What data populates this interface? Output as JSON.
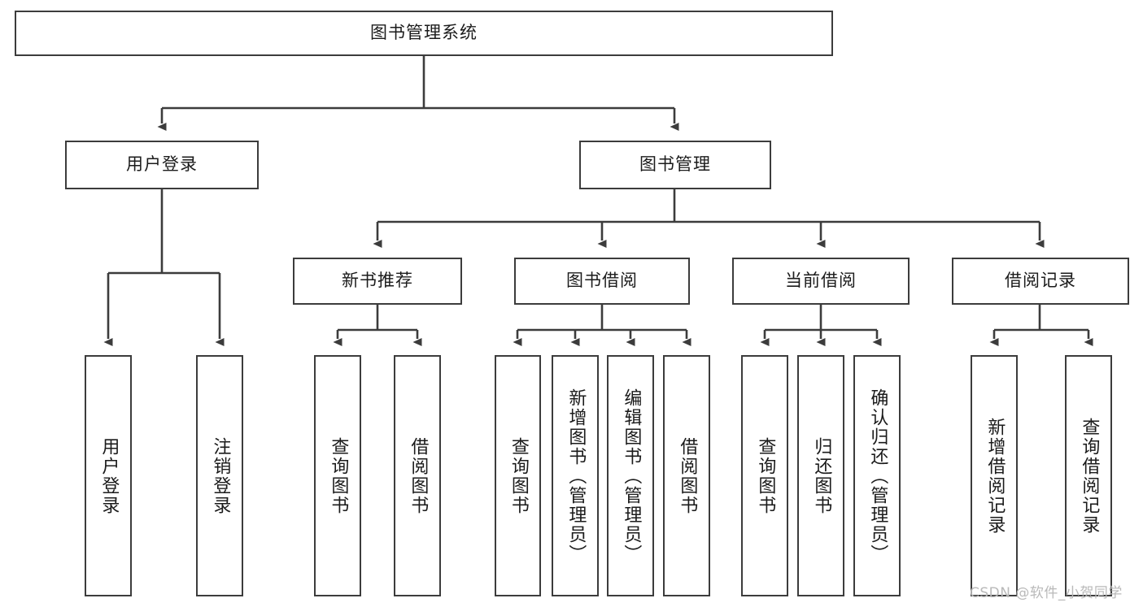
{
  "diagram": {
    "title": "图书管理系统",
    "type": "tree-hierarchy-diagram",
    "orientation": "top-down",
    "colors": {
      "background": "#ffffff",
      "node_border": "#3c3c3c",
      "node_fill": "#ffffff",
      "edge": "#3c3c3c",
      "text": "#1b1b1b",
      "watermark": "#b9b9b9"
    },
    "nodes": {
      "root": {
        "label": "图书管理系统",
        "level": 1,
        "orientation": "horizontal"
      },
      "l2_1": {
        "label": "用户登录",
        "level": 2,
        "orientation": "horizontal"
      },
      "l2_2": {
        "label": "图书管理",
        "level": 2,
        "orientation": "horizontal"
      },
      "l3_1": {
        "label": "新书推荐",
        "level": 3,
        "orientation": "horizontal"
      },
      "l3_2": {
        "label": "图书借阅",
        "level": 3,
        "orientation": "horizontal"
      },
      "l3_3": {
        "label": "当前借阅",
        "level": 3,
        "orientation": "horizontal"
      },
      "l3_4": {
        "label": "借阅记录",
        "level": 3,
        "orientation": "horizontal"
      },
      "leaf_1": {
        "label": "用户登录",
        "level": 4,
        "orientation": "vertical",
        "parent": "用户登录"
      },
      "leaf_2": {
        "label": "注销登录",
        "level": 4,
        "orientation": "vertical",
        "parent": "用户登录"
      },
      "leaf_3": {
        "label": "查询图书",
        "level": 4,
        "orientation": "vertical",
        "parent": "新书推荐"
      },
      "leaf_4": {
        "label": "借阅图书",
        "level": 4,
        "orientation": "vertical",
        "parent": "新书推荐"
      },
      "leaf_5": {
        "label": "查询图书",
        "level": 4,
        "orientation": "vertical",
        "parent": "图书借阅"
      },
      "leaf_6": {
        "label": "新增图书（管理员）",
        "level": 4,
        "orientation": "vertical",
        "parent": "图书借阅"
      },
      "leaf_7": {
        "label": "编辑图书（管理员）",
        "level": 4,
        "orientation": "vertical",
        "parent": "图书借阅"
      },
      "leaf_8": {
        "label": "借阅图书",
        "level": 4,
        "orientation": "vertical",
        "parent": "图书借阅"
      },
      "leaf_9": {
        "label": "查询图书",
        "level": 4,
        "orientation": "vertical",
        "parent": "当前借阅"
      },
      "leaf_10": {
        "label": "归还图书",
        "level": 4,
        "orientation": "vertical",
        "parent": "当前借阅"
      },
      "leaf_11": {
        "label": "确认归还（管理员）",
        "level": 4,
        "orientation": "vertical",
        "parent": "当前借阅"
      },
      "leaf_12": {
        "label": "新增借阅记录",
        "level": 4,
        "orientation": "vertical",
        "parent": "借阅记录"
      },
      "leaf_13": {
        "label": "查询借阅记录",
        "level": 4,
        "orientation": "vertical",
        "parent": "借阅记录"
      }
    },
    "watermark": "CSDN @软件_小贺同学"
  }
}
